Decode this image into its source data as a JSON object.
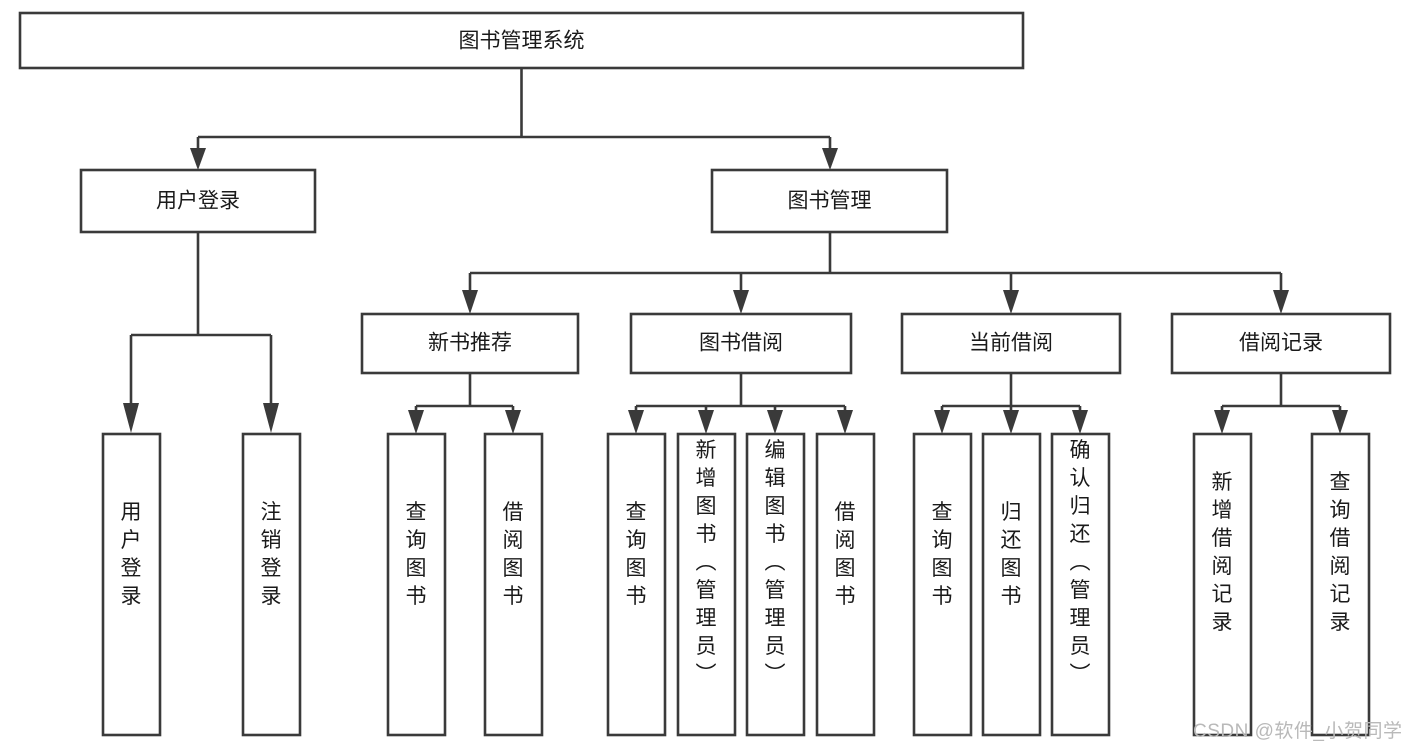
{
  "diagram": {
    "type": "tree",
    "title": "图书管理系统",
    "orientation": "top-down",
    "root": {
      "id": "root",
      "label": "图书管理系统",
      "text_orientation": "horizontal"
    },
    "level2": [
      {
        "id": "user-login",
        "label": "用户登录",
        "text_orientation": "horizontal"
      },
      {
        "id": "book-manage",
        "label": "图书管理",
        "text_orientation": "horizontal"
      }
    ],
    "level3": [
      {
        "id": "new-book-recommend",
        "label": "新书推荐",
        "parent": "book-manage",
        "text_orientation": "horizontal"
      },
      {
        "id": "book-borrow",
        "label": "图书借阅",
        "parent": "book-manage",
        "text_orientation": "horizontal"
      },
      {
        "id": "current-borrow",
        "label": "当前借阅",
        "parent": "book-manage",
        "text_orientation": "horizontal"
      },
      {
        "id": "borrow-record",
        "label": "借阅记录",
        "parent": "book-manage",
        "text_orientation": "horizontal"
      }
    ],
    "leaves": [
      {
        "id": "leaf-user-login",
        "label": "用户登录",
        "parent": "user-login",
        "text_orientation": "vertical"
      },
      {
        "id": "leaf-user-logout",
        "label": "注销登录",
        "parent": "user-login",
        "text_orientation": "vertical"
      },
      {
        "id": "leaf-query-book-1",
        "label": "查询图书",
        "parent": "new-book-recommend",
        "text_orientation": "vertical"
      },
      {
        "id": "leaf-borrow-book-1",
        "label": "借阅图书",
        "parent": "new-book-recommend",
        "text_orientation": "vertical"
      },
      {
        "id": "leaf-query-book-2",
        "label": "查询图书",
        "parent": "book-borrow",
        "text_orientation": "vertical"
      },
      {
        "id": "leaf-add-book",
        "label": "新增图书（管理员）",
        "parent": "book-borrow",
        "text_orientation": "vertical"
      },
      {
        "id": "leaf-edit-book",
        "label": "编辑图书（管理员）",
        "parent": "book-borrow",
        "text_orientation": "vertical"
      },
      {
        "id": "leaf-borrow-book-2",
        "label": "借阅图书",
        "parent": "book-borrow",
        "text_orientation": "vertical"
      },
      {
        "id": "leaf-query-book-3",
        "label": "查询图书",
        "parent": "current-borrow",
        "text_orientation": "vertical"
      },
      {
        "id": "leaf-return-book",
        "label": "归还图书",
        "parent": "current-borrow",
        "text_orientation": "vertical"
      },
      {
        "id": "leaf-confirm-return",
        "label": "确认归还（管理员）",
        "parent": "current-borrow",
        "text_orientation": "vertical"
      },
      {
        "id": "leaf-add-record",
        "label": "新增借阅记录",
        "parent": "borrow-record",
        "text_orientation": "vertical"
      },
      {
        "id": "leaf-query-record",
        "label": "查询借阅记录",
        "parent": "borrow-record",
        "text_orientation": "vertical"
      }
    ],
    "colors": {
      "stroke": "#3a3a3a",
      "fill": "#ffffff",
      "text": "#1a1a1a",
      "watermark": "#b9b9b9",
      "background": "#ffffff"
    }
  },
  "watermark": {
    "label": "CSDN @软件_小贺同学"
  }
}
